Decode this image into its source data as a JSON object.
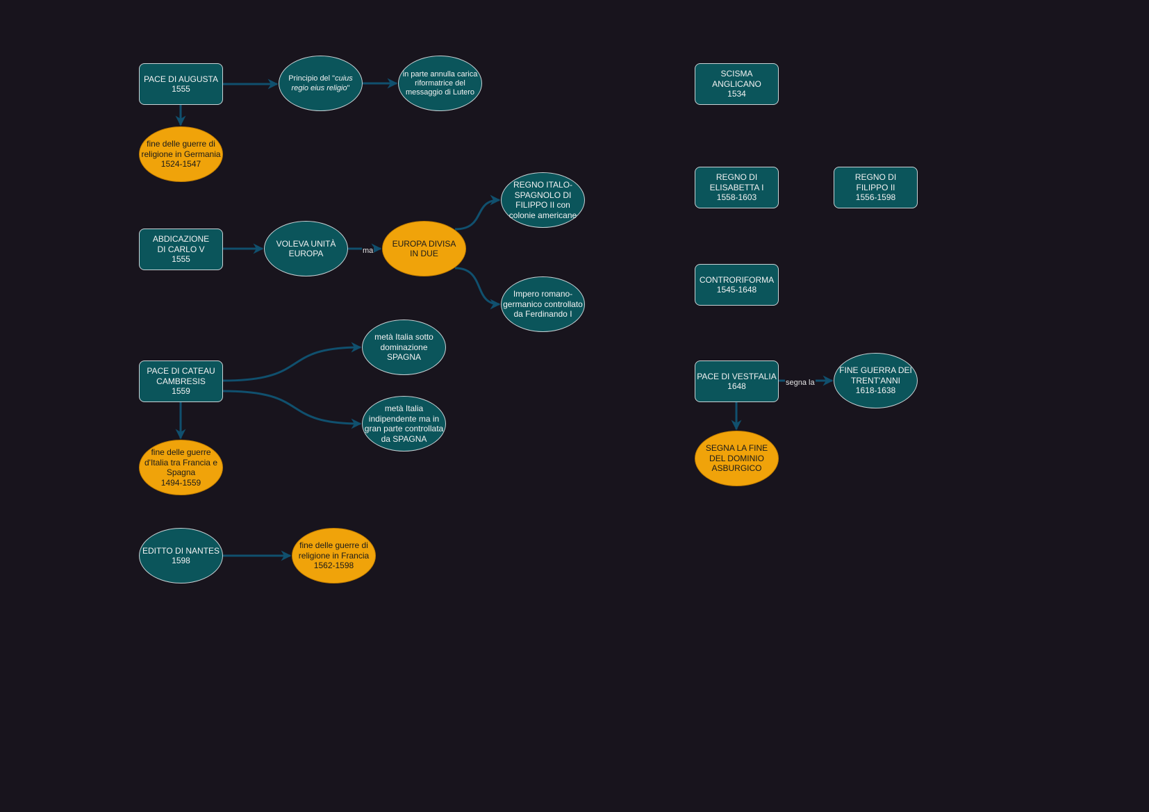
{
  "nodes": {
    "pace_augusta": [
      "PACE DI AUGUSTA",
      "1555"
    ],
    "principio": {
      "prefix": "Principio del \"",
      "italic1": "cuius",
      "italic2": "regio eius religio",
      "suffix": "\""
    },
    "in_parte": [
      "in parte annulla carica",
      "riformatrice del",
      "messaggio di Lutero"
    ],
    "fine_germania": [
      "fine delle guerre di",
      "religione in Germania",
      "1524-1547"
    ],
    "abdicazione": [
      "ABDICAZIONE",
      "DI CARLO V",
      "1555"
    ],
    "voleva": [
      "VOLEVA UNITÀ",
      "EUROPA"
    ],
    "europa_divisa": [
      "EUROPA DIVISA",
      "IN DUE"
    ],
    "regno_italo": [
      "REGNO ITALO-",
      "SPAGNOLO DI",
      "FILIPPO II con",
      "colonie americane"
    ],
    "impero": [
      "Impero romano-",
      "germanico controllato",
      "da Ferdinando I"
    ],
    "pace_cateau": [
      "PACE DI CATEAU",
      "CAMBRESIS",
      "1559"
    ],
    "meta_sotto": [
      "metà Italia sotto",
      "dominazione",
      "SPAGNA"
    ],
    "meta_indip": [
      "metà Italia",
      "indipendente ma in",
      "gran parte controllata",
      "da SPAGNA"
    ],
    "fine_italia": [
      "fine delle guerre",
      "d'Italia tra Francia e",
      "Spagna",
      "1494-1559"
    ],
    "editto": [
      "EDITTO DI NANTES",
      "1598"
    ],
    "fine_francia": [
      "fine delle guerre di",
      "religione in Francia",
      "1562-1598"
    ],
    "scisma": [
      "SCISMA",
      "ANGLICANO",
      "1534"
    ],
    "elisabetta": [
      "REGNO DI",
      "ELISABETTA I",
      "1558-1603"
    ],
    "filippo": [
      "REGNO DI",
      "FILIPPO II",
      "1556-1598"
    ],
    "controriforma": [
      "CONTRORIFORMA",
      "1545-1648"
    ],
    "vestfalia": [
      "PACE DI VESTFALIA",
      "1648"
    ],
    "fine_trent": [
      "FINE GUERRA DEI",
      "TRENT'ANNI",
      "1618-1638"
    ],
    "segna_fine": [
      "SEGNA LA FINE",
      "DEL DOMINIO",
      "ASBURGICO"
    ]
  },
  "edge_labels": {
    "ma": "ma",
    "segna_la": "segna la"
  },
  "colors": {
    "background": "#18141d",
    "node_teal": "#0b555b",
    "node_orange": "#f0a30a",
    "edge": "#10506e"
  }
}
